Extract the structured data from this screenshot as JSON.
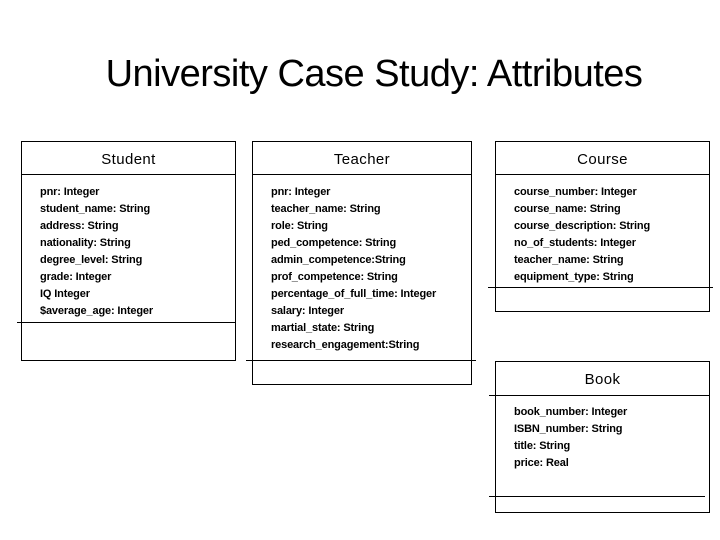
{
  "slide_title": "University Case Study: Attributes",
  "classes": [
    {
      "name": "Student",
      "attributes": [
        "pnr: Integer",
        "student_name: String",
        "address: String",
        "nationality: String",
        "degree_level: String",
        "grade: Integer",
        "IQ Integer",
        "$average_age: Integer"
      ]
    },
    {
      "name": "Teacher",
      "attributes": [
        "pnr: Integer",
        "teacher_name: String",
        "role: String",
        "ped_competence: String",
        "admin_competence:String",
        "prof_competence: String",
        "percentage_of_full_time: Integer",
        "salary: Integer",
        "martial_state: String",
        "research_engagement:String"
      ]
    },
    {
      "name": "Course",
      "attributes": [
        "course_number: Integer",
        "course_name: String",
        "course_description: String",
        "no_of_students: Integer",
        "teacher_name: String",
        "equipment_type: String"
      ]
    },
    {
      "name": "Book",
      "attributes": [
        "book_number: Integer",
        "ISBN_number: String",
        "title: String",
        "price: Real"
      ]
    }
  ],
  "colors": {
    "background": "#ffffff",
    "text": "#000000",
    "line": "#000000"
  }
}
